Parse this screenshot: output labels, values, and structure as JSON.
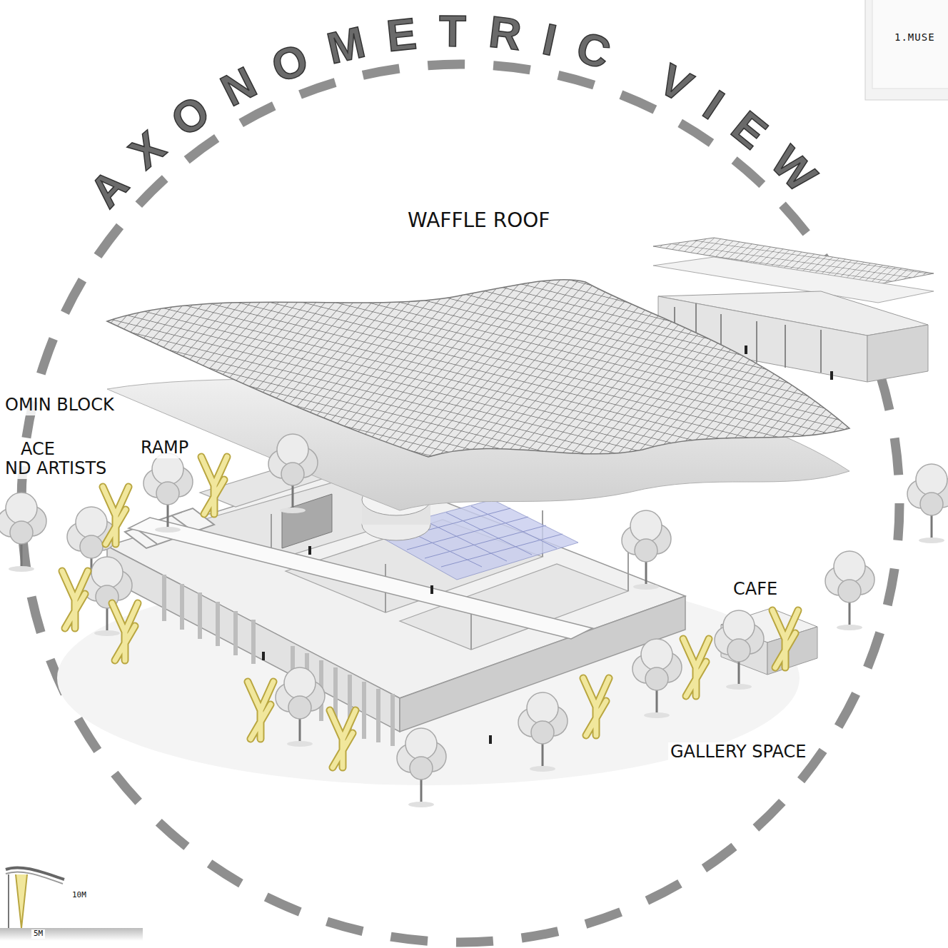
{
  "diagram": {
    "title": "AXONOMETRIC VIEW",
    "labels": [
      "1.MUSE",
      "WAFFLE ROOF",
      "OMIN BLOCK",
      "ACE",
      "ND ARTISTS",
      "RAMP",
      "CAFE",
      "GALLERY SPACE",
      "10M",
      "5M"
    ]
  }
}
